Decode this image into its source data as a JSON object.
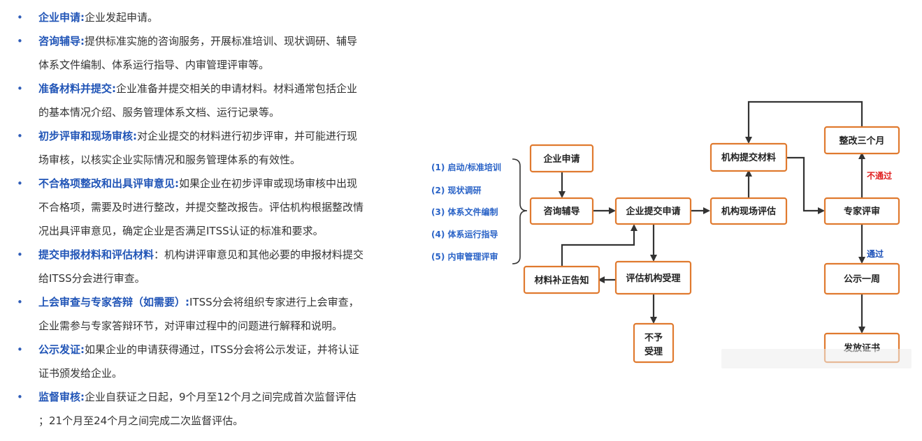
{
  "steps": [
    {
      "bullet": "•",
      "term": "企业申请:",
      "body": "企业发起申请。"
    },
    {
      "bullet": "•",
      "term": "咨询辅导:",
      "body": "提供标准实施的咨询服务，开展标准培训、现状调研、辅导",
      "cont": "体系文件编制、体系运行指导、内审管理评审等。"
    },
    {
      "bullet": "•",
      "term": "准备材料并提交:",
      "body": "企业准备并提交相关的申请材料。材料通常包括企业",
      "cont": "的基本情况介绍、服务管理体系文档、运行记录等。"
    },
    {
      "bullet": "•",
      "term": "初步评审和现场审核:",
      "body": "对企业提交的材料进行初步评审，并可能进行现",
      "cont": "场审核，以核实企业实际情况和服务管理体系的有效性。"
    },
    {
      "bullet": "•",
      "term": "不合格项整改和出具评审意见:",
      "body": "如果企业在初步评审或现场审核中出现",
      "cont": "不合格项，需要及时进行整改，并提交整改报告。评估机构根据整改情",
      "cont2": "况出具评审意见，确定企业是否满足ITSS认证的标准和要求。"
    },
    {
      "bullet": "•",
      "term": "提交申报材料和评估材料",
      "body": "：机构讲评审意见和其他必要的申报材料提交",
      "cont": "给ITSS分会进行审查。"
    },
    {
      "bullet": "•",
      "term": "上会审查与专家答辩（如需要）:",
      "body": "ITSS分会将组织专家进行上会审查，",
      "cont": "企业需参与专家答辩环节，对评审过程中的问题进行解释和说明。"
    },
    {
      "bullet": "•",
      "term": "公示发证:",
      "body": "如果企业的申请获得通过，ITSS分会将公示发证，并将认证",
      "cont": "证书颁发给企业。"
    },
    {
      "bullet": "•",
      "term": "监督审核:",
      "body": "企业自获证之日起，9个月至12个月之间完成首次监督评估",
      "cont": "；21个月至24个月之间完成二次监督评估。"
    }
  ],
  "flow": {
    "nodes": {
      "apply": "企业申请",
      "consult": "咨询辅导",
      "submit": "企业提交申请",
      "supplement": "材料补正告知",
      "accept": "评估机构受理",
      "reject_l1": "不予",
      "reject_l2": "受理",
      "onsite": "机构现场评估",
      "materials": "机构提交材料",
      "rectify": "整改三个月",
      "review": "专家评审",
      "publicize": "公示一周",
      "certificate": "发放证书"
    },
    "consult_items": [
      "(1) 启动/标准培训",
      "(2) 现状调研",
      "(3) 体系文件编制",
      "(4) 体系运行指导",
      "(5) 内审管理评审"
    ],
    "fail_label": "不通过",
    "pass_label": "通过"
  },
  "colors": {
    "box_border": "#e07a2f",
    "side_text": "#2a63c7",
    "fail": "#e02020",
    "term": "#2155b7"
  }
}
